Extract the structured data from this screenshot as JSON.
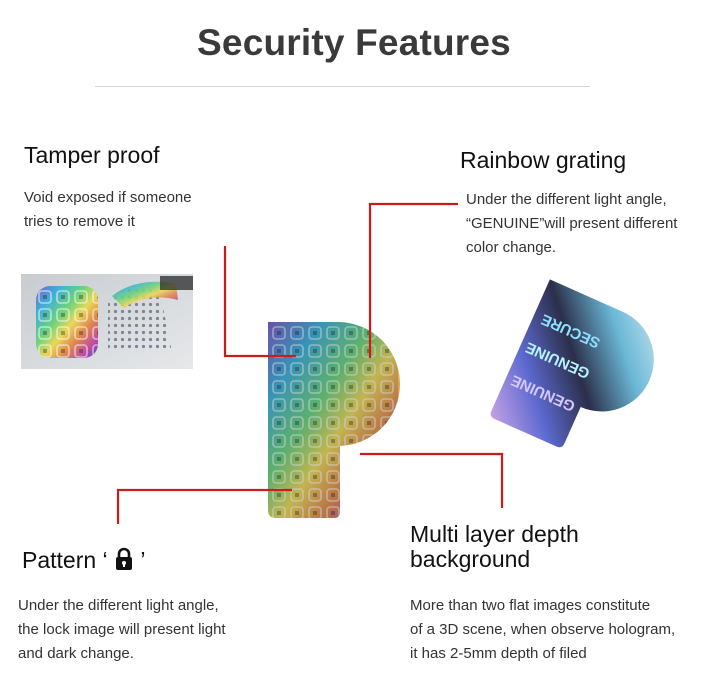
{
  "title": "Security Features",
  "features": {
    "tamper_proof": {
      "heading": "Tamper proof",
      "lines": [
        "Void exposed if someone",
        "tries to remove it"
      ]
    },
    "rainbow_grating": {
      "heading": "Rainbow grating",
      "lines": [
        "Under the different light angle,",
        "“GENUINE”will present different",
        "color change."
      ]
    },
    "pattern": {
      "heading_prefix": "Pattern ‘ ",
      "heading_suffix": " ’",
      "icon": "lock-icon",
      "lines": [
        "Under the different light angle,",
        "the lock image will present light",
        "and dark change."
      ]
    },
    "multi_layer": {
      "heading_lines": [
        "Multi layer depth",
        "background"
      ],
      "lines": [
        "More than two flat images constitute",
        "of a 3D scene, when observe hologram,",
        "it has 2-5mm depth of filed"
      ]
    }
  },
  "sticker_texts": {
    "genuine": "GENUINE",
    "secure": "SECURE"
  },
  "colors": {
    "title": "#3a3a3a",
    "leader_line": "#cc1b1b",
    "divider": "#d4d4d4"
  }
}
